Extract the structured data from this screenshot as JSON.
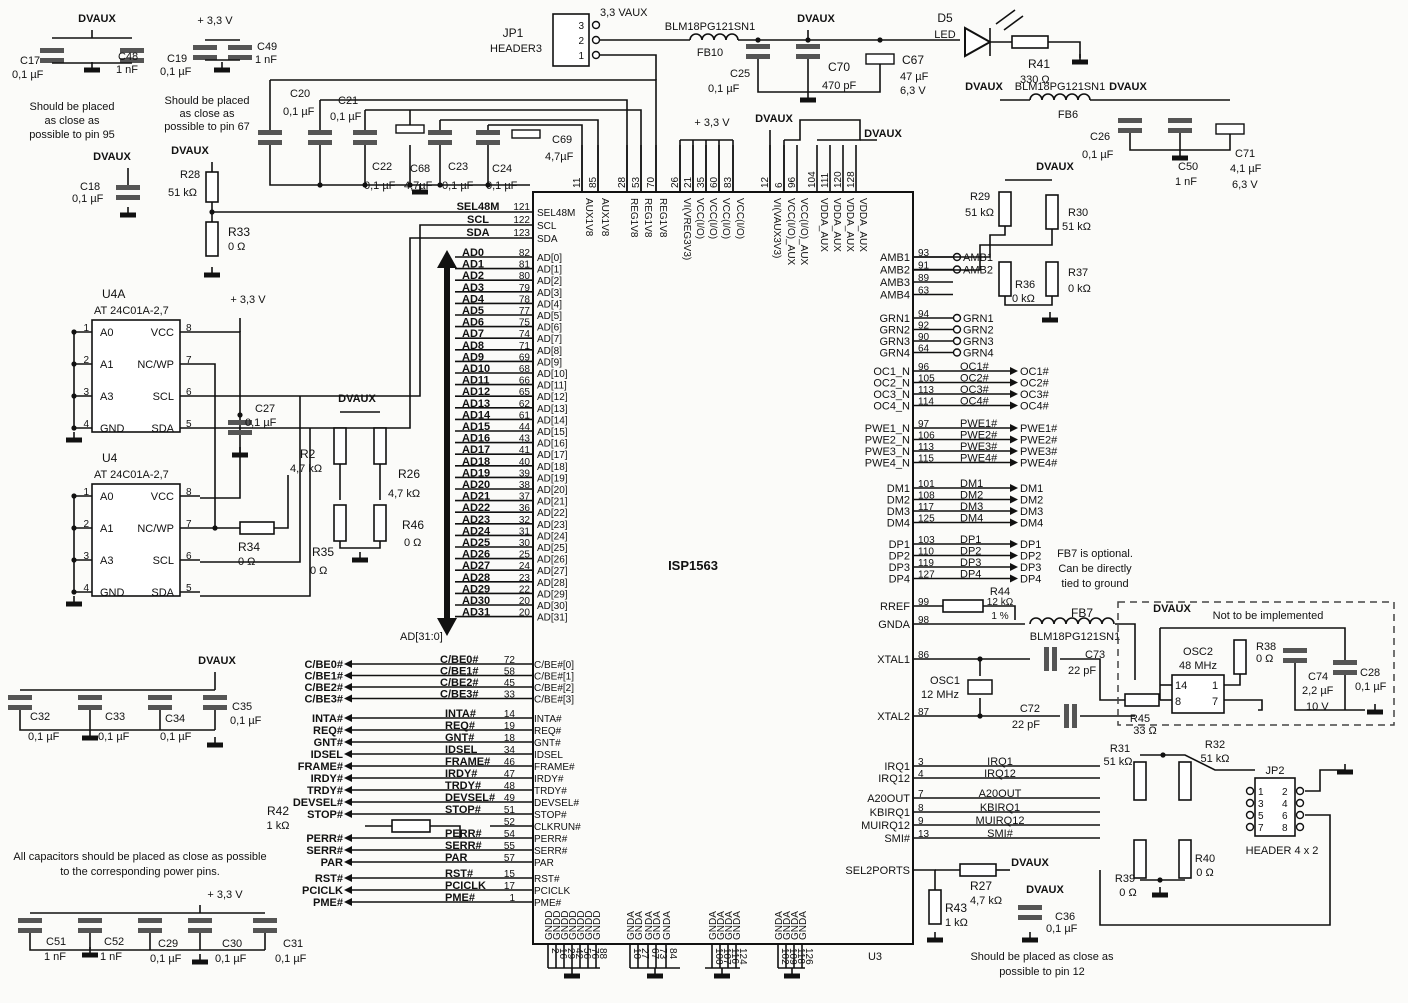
{
  "chip": {
    "name": "ISP1563",
    "ref": "U3"
  },
  "top_pins": [
    {
      "num": "11",
      "name": "AUX1V8"
    },
    {
      "num": "85",
      "name": "AUX1V8"
    },
    {
      "num": "28",
      "name": "REG1V8"
    },
    {
      "num": "53",
      "name": "REG1V8"
    },
    {
      "num": "70",
      "name": "REG1V8"
    },
    {
      "num": "26",
      "name": "VI(VREG3V3)"
    },
    {
      "num": "21",
      "name": "VCC(I/O)"
    },
    {
      "num": "35",
      "name": "VCC(I/O)"
    },
    {
      "num": "60",
      "name": "VCC(I/O)"
    },
    {
      "num": "83",
      "name": "VCC(I/O)"
    },
    {
      "num": "12",
      "name": "VI(VAUX3V3)"
    },
    {
      "num": "6",
      "name": "VCC(I/O)_AUX"
    },
    {
      "num": "96",
      "name": "VCC(I/O)_AUX"
    },
    {
      "num": "104",
      "name": "VDDA_AUX"
    },
    {
      "num": "111",
      "name": "VDDA_AUX"
    },
    {
      "num": "120",
      "name": "VDDA_AUX"
    },
    {
      "num": "128",
      "name": "VDDA_AUX"
    }
  ],
  "left_top_pins": [
    {
      "net": "SEL48M",
      "num": "121",
      "name": "SEL48M"
    },
    {
      "net": "SCL",
      "num": "122",
      "name": "SCL"
    },
    {
      "net": "SDA",
      "num": "123",
      "name": "SDA"
    }
  ],
  "ad_pins": [
    {
      "net": "AD0",
      "num": "82",
      "name": "AD[0]"
    },
    {
      "net": "AD1",
      "num": "81",
      "name": "AD[1]"
    },
    {
      "net": "AD2",
      "num": "80",
      "name": "AD[2]"
    },
    {
      "net": "AD3",
      "num": "79",
      "name": "AD[3]"
    },
    {
      "net": "AD4",
      "num": "78",
      "name": "AD[4]"
    },
    {
      "net": "AD5",
      "num": "77",
      "name": "AD[5]"
    },
    {
      "net": "AD6",
      "num": "75",
      "name": "AD[6]"
    },
    {
      "net": "AD7",
      "num": "74",
      "name": "AD[7]"
    },
    {
      "net": "AD8",
      "num": "71",
      "name": "AD[8]"
    },
    {
      "net": "AD9",
      "num": "69",
      "name": "AD[9]"
    },
    {
      "net": "AD10",
      "num": "68",
      "name": "AD[10]"
    },
    {
      "net": "AD11",
      "num": "66",
      "name": "AD[11]"
    },
    {
      "net": "AD12",
      "num": "65",
      "name": "AD[12]"
    },
    {
      "net": "AD13",
      "num": "62",
      "name": "AD[13]"
    },
    {
      "net": "AD14",
      "num": "61",
      "name": "AD[14]"
    },
    {
      "net": "AD15",
      "num": "44",
      "name": "AD[15]"
    },
    {
      "net": "AD16",
      "num": "43",
      "name": "AD[16]"
    },
    {
      "net": "AD17",
      "num": "41",
      "name": "AD[17]"
    },
    {
      "net": "AD18",
      "num": "40",
      "name": "AD[18]"
    },
    {
      "net": "AD19",
      "num": "39",
      "name": "AD[19]"
    },
    {
      "net": "AD20",
      "num": "38",
      "name": "AD[20]"
    },
    {
      "net": "AD21",
      "num": "37",
      "name": "AD[21]"
    },
    {
      "net": "AD22",
      "num": "36",
      "name": "AD[22]"
    },
    {
      "net": "AD23",
      "num": "32",
      "name": "AD[23]"
    },
    {
      "net": "AD24",
      "num": "31",
      "name": "AD[24]"
    },
    {
      "net": "AD25",
      "num": "30",
      "name": "AD[25]"
    },
    {
      "net": "AD26",
      "num": "25",
      "name": "AD[26]"
    },
    {
      "net": "AD27",
      "num": "24",
      "name": "AD[27]"
    },
    {
      "net": "AD28",
      "num": "23",
      "name": "AD[28]"
    },
    {
      "net": "AD29",
      "num": "22",
      "name": "AD[29]"
    },
    {
      "net": "AD30",
      "num": "20",
      "name": "AD[30]"
    },
    {
      "net": "AD31",
      "num": "20",
      "name": "AD[31]"
    }
  ],
  "ad_bus_label": "AD[31:0]",
  "cbe_pins": [
    {
      "ext": "C/BE0#",
      "net": "C/BE0#",
      "num": "72",
      "name": "C/BE#[0]"
    },
    {
      "ext": "C/BE1#",
      "net": "C/BE1#",
      "num": "58",
      "name": "C/BE#[1]"
    },
    {
      "ext": "C/BE2#",
      "net": "C/BE2#",
      "num": "45",
      "name": "C/BE#[2]"
    },
    {
      "ext": "C/BE3#",
      "net": "C/BE3#",
      "num": "33",
      "name": "C/BE#[3]"
    }
  ],
  "pci_pins": [
    {
      "ext": "INTA#",
      "net": "INTA#",
      "num": "14",
      "name": "INTA#"
    },
    {
      "ext": "REQ#",
      "net": "REQ#",
      "num": "19",
      "name": "REQ#"
    },
    {
      "ext": "GNT#",
      "net": "GNT#",
      "num": "18",
      "name": "GNT#"
    },
    {
      "ext": "IDSEL",
      "net": "IDSEL",
      "num": "34",
      "name": "IDSEL"
    },
    {
      "ext": "FRAME#",
      "net": "FRAME#",
      "num": "46",
      "name": "FRAME#"
    },
    {
      "ext": "IRDY#",
      "net": "IRDY#",
      "num": "47",
      "name": "IRDY#"
    },
    {
      "ext": "TRDY#",
      "net": "TRDY#",
      "num": "48",
      "name": "TRDY#"
    },
    {
      "ext": "DEVSEL#",
      "net": "DEVSEL#",
      "num": "49",
      "name": "DEVSEL#"
    },
    {
      "ext": "STOP#",
      "net": "STOP#",
      "num": "51",
      "name": "STOP#"
    },
    {
      "ext": "",
      "net": "",
      "num": "52",
      "name": "CLKRUN#"
    },
    {
      "ext": "PERR#",
      "net": "PERR#",
      "num": "54",
      "name": "PERR#"
    },
    {
      "ext": "SERR#",
      "net": "SERR#",
      "num": "55",
      "name": "SERR#"
    },
    {
      "ext": "PAR",
      "net": "PAR",
      "num": "57",
      "name": "PAR"
    },
    {
      "ext": "RST#",
      "net": "RST#",
      "num": "15",
      "name": "RST#"
    },
    {
      "ext": "PCICLK",
      "net": "PCICLK",
      "num": "17",
      "name": "PCICLK"
    },
    {
      "ext": "PME#",
      "net": "PME#",
      "num": "1",
      "name": "PME#"
    }
  ],
  "amb_pins": [
    {
      "name": "AMB1",
      "num": "93",
      "net": "AMB1"
    },
    {
      "name": "AMB2",
      "num": "91",
      "net": "AMB2"
    },
    {
      "name": "AMB3",
      "num": "89",
      "net": ""
    },
    {
      "name": "AMB4",
      "num": "63",
      "net": ""
    }
  ],
  "grn_pins": [
    {
      "name": "GRN1",
      "num": "94",
      "net": "GRN1"
    },
    {
      "name": "GRN2",
      "num": "92",
      "net": "GRN2"
    },
    {
      "name": "GRN3",
      "num": "90",
      "net": "GRN3"
    },
    {
      "name": "GRN4",
      "num": "64",
      "net": "GRN4"
    }
  ],
  "oc_pins": [
    {
      "name": "OC1_N",
      "num": "96",
      "net": "OC1#",
      "ext": "OC1#"
    },
    {
      "name": "OC2_N",
      "num": "105",
      "net": "OC2#",
      "ext": "OC2#"
    },
    {
      "name": "OC3_N",
      "num": "113",
      "net": "OC3#",
      "ext": "OC3#"
    },
    {
      "name": "OC4_N",
      "num": "114",
      "net": "OC4#",
      "ext": "OC4#"
    }
  ],
  "pwe_pins": [
    {
      "name": "PWE1_N",
      "num": "97",
      "net": "PWE1#",
      "ext": "PWE1#"
    },
    {
      "name": "PWE2_N",
      "num": "106",
      "net": "PWE2#",
      "ext": "PWE2#"
    },
    {
      "name": "PWE3_N",
      "num": "113",
      "net": "PWE3#",
      "ext": "PWE3#"
    },
    {
      "name": "PWE4_N",
      "num": "115",
      "net": "PWE4#",
      "ext": "PWE4#"
    }
  ],
  "dm_pins": [
    {
      "name": "DM1",
      "num": "101",
      "net": "DM1",
      "ext": "DM1"
    },
    {
      "name": "DM2",
      "num": "108",
      "net": "DM2",
      "ext": "DM2"
    },
    {
      "name": "DM3",
      "num": "117",
      "net": "DM3",
      "ext": "DM3"
    },
    {
      "name": "DM4",
      "num": "125",
      "net": "DM4",
      "ext": "DM4"
    }
  ],
  "dp_pins": [
    {
      "name": "DP1",
      "num": "103",
      "net": "DP1",
      "ext": "DP1"
    },
    {
      "name": "DP2",
      "num": "110",
      "net": "DP2",
      "ext": "DP2"
    },
    {
      "name": "DP3",
      "num": "119",
      "net": "DP3",
      "ext": "DP3"
    },
    {
      "name": "DP4",
      "num": "127",
      "net": "DP4",
      "ext": "DP4"
    }
  ],
  "misc_right_pins": [
    {
      "name": "RREF",
      "num": "99"
    },
    {
      "name": "GNDA",
      "num": "98"
    },
    {
      "name": "XTAL1",
      "num": "86"
    },
    {
      "name": "XTAL2",
      "num": "87"
    }
  ],
  "irq_pins": [
    {
      "name": "IRQ1",
      "num": "3",
      "net": "IRQ1"
    },
    {
      "name": "IRQ12",
      "num": "4",
      "net": "IRQ12"
    },
    {
      "name": "A20OUT",
      "num": "7",
      "net": "A20OUT"
    },
    {
      "name": "KBIRQ1",
      "num": "8",
      "net": "KBIRQ1"
    },
    {
      "name": "MUIRQ12",
      "num": "9",
      "net": "MUIRQ12"
    },
    {
      "name": "SMI#",
      "num": "13",
      "net": "SMI#"
    },
    {
      "name": "SEL2PORTS",
      "num": "",
      "net": ""
    }
  ],
  "bottom_pins": [
    {
      "num": "2",
      "name": "GNDD"
    },
    {
      "num": "16",
      "name": "GNDD"
    },
    {
      "num": "29",
      "name": "GNDD"
    },
    {
      "num": "42",
      "name": "GNDD"
    },
    {
      "num": "56",
      "name": "GNDD"
    },
    {
      "num": "76",
      "name": "GNDD"
    },
    {
      "num": "88",
      "name": "GNDD"
    },
    {
      "num": "10",
      "name": "GNDA"
    },
    {
      "num": "27",
      "name": "GNDA"
    },
    {
      "num": "67",
      "name": "GNDA"
    },
    {
      "num": "73",
      "name": "GNDA"
    },
    {
      "num": "84",
      "name": "GNDA"
    },
    {
      "num": "100",
      "name": "GNDA"
    },
    {
      "num": "107",
      "name": "GNDA"
    },
    {
      "num": "116",
      "name": "GNDA"
    },
    {
      "num": "124",
      "name": "GNDA"
    },
    {
      "num": "102",
      "name": "GNDA"
    },
    {
      "num": "109",
      "name": "GNDA"
    },
    {
      "num": "118",
      "name": "GNDA"
    },
    {
      "num": "126",
      "name": "GNDA"
    }
  ],
  "power": {
    "dvaux": "DVAUX",
    "v33": "+ 3,3 V",
    "v33aux": "3,3 VAUX"
  },
  "caps": [
    {
      "ref": "C17",
      "val": "0,1 µF"
    },
    {
      "ref": "C48",
      "val": "1 nF"
    },
    {
      "ref": "C19",
      "val": "0,1 µF"
    },
    {
      "ref": "C49",
      "val": "1 nF"
    },
    {
      "ref": "C18",
      "val": "0,1 µF"
    },
    {
      "ref": "C20",
      "val": "0,1 µF"
    },
    {
      "ref": "C21",
      "val": "0,1 µF"
    },
    {
      "ref": "C22",
      "val": "0,1 µF"
    },
    {
      "ref": "C68",
      "val": "4,7µF"
    },
    {
      "ref": "C23",
      "val": "0,1 µF"
    },
    {
      "ref": "C24",
      "val": "0,1 µF"
    },
    {
      "ref": "C69",
      "val": "4,7µF"
    },
    {
      "ref": "C25",
      "val": "0,1 µF"
    },
    {
      "ref": "C70",
      "val": "470 pF"
    },
    {
      "ref": "C67",
      "val": "47 µF"
    },
    {
      "ref": "C67b",
      "val": "6,3 V"
    },
    {
      "ref": "C26",
      "val": "0,1 µF"
    },
    {
      "ref": "C50",
      "val": "1 nF"
    },
    {
      "ref": "C71",
      "val": "4,1 µF"
    },
    {
      "ref": "C71b",
      "val": "6,3 V"
    },
    {
      "ref": "C27",
      "val": "0,1 µF"
    },
    {
      "ref": "C32",
      "val": "0,1 µF"
    },
    {
      "ref": "C33",
      "val": "0,1 µF"
    },
    {
      "ref": "C34",
      "val": "0,1 µF"
    },
    {
      "ref": "C35",
      "val": "0,1 µF"
    },
    {
      "ref": "C51",
      "val": "1 nF"
    },
    {
      "ref": "C52",
      "val": "1 nF"
    },
    {
      "ref": "C29",
      "val": "0,1 µF"
    },
    {
      "ref": "C30",
      "val": "0,1 µF"
    },
    {
      "ref": "C31",
      "val": "0,1 µF"
    },
    {
      "ref": "C73",
      "val": "22 pF"
    },
    {
      "ref": "C72",
      "val": "22 pF"
    },
    {
      "ref": "C74",
      "val": "2,2 µF"
    },
    {
      "ref": "C74b",
      "val": "10 V"
    },
    {
      "ref": "C28",
      "val": "0,1 µF"
    },
    {
      "ref": "C36",
      "val": "0,1 µF"
    }
  ],
  "resistors": [
    {
      "ref": "R28",
      "val": "51 kΩ"
    },
    {
      "ref": "R33",
      "val": "0 Ω"
    },
    {
      "ref": "R41",
      "val": "330 Ω"
    },
    {
      "ref": "R29",
      "val": "51 kΩ"
    },
    {
      "ref": "R30",
      "val": "51 kΩ"
    },
    {
      "ref": "R36",
      "val": "0 kΩ"
    },
    {
      "ref": "R37",
      "val": "0 kΩ"
    },
    {
      "ref": "R2",
      "val": "4,7 kΩ"
    },
    {
      "ref": "R26",
      "val": "4,7 kΩ"
    },
    {
      "ref": "R35",
      "val": "0 Ω"
    },
    {
      "ref": "R46",
      "val": "0 Ω"
    },
    {
      "ref": "R34",
      "val": "0 Ω"
    },
    {
      "ref": "R42",
      "val": "1 kΩ"
    },
    {
      "ref": "R44",
      "val": "12 kΩ"
    },
    {
      "ref": "R44b",
      "val": "1 %"
    },
    {
      "ref": "R45",
      "val": "33 Ω"
    },
    {
      "ref": "R38",
      "val": "0 Ω"
    },
    {
      "ref": "R31",
      "val": "51 kΩ"
    },
    {
      "ref": "R32",
      "val": "51 kΩ"
    },
    {
      "ref": "R39",
      "val": "0 Ω"
    },
    {
      "ref": "R40",
      "val": "0 Ω"
    },
    {
      "ref": "R27",
      "val": "4,7 kΩ"
    },
    {
      "ref": "R43",
      "val": "1 kΩ"
    }
  ],
  "ferrites": {
    "fb10": "FB10",
    "fb6": "FB6",
    "fb7": "FB7",
    "part": "BLM18PG121SN1"
  },
  "led": {
    "ref": "D5",
    "label": "LED"
  },
  "jp1": {
    "ref": "JP1",
    "name": "HEADER3",
    "pins": [
      "3",
      "2",
      "1"
    ]
  },
  "jp2": {
    "ref": "JP2",
    "name": "HEADER 4 x 2",
    "pins_left": [
      "1",
      "3",
      "5",
      "7"
    ],
    "pins_right": [
      "2",
      "4",
      "6",
      "8"
    ]
  },
  "eeprom_a": {
    "ref": "U4A",
    "part": "AT 24C01A-2,7",
    "pins_left": [
      "A0",
      "A1",
      "A3",
      "GND"
    ],
    "nums_left": [
      "1",
      "2",
      "3",
      "4"
    ],
    "pins_right": [
      "VCC",
      "NC/WP",
      "SCL",
      "SDA"
    ],
    "nums_right": [
      "8",
      "7",
      "6",
      "5"
    ]
  },
  "eeprom_b": {
    "ref": "U4",
    "part": "AT 24C01A-2,7",
    "pins_left": [
      "A0",
      "A1",
      "A3",
      "GND"
    ],
    "nums_left": [
      "1",
      "2",
      "3",
      "4"
    ],
    "pins_right": [
      "VCC",
      "NC/WP",
      "SCL",
      "SDA"
    ],
    "nums_right": [
      "8",
      "7",
      "6",
      "5"
    ]
  },
  "osc1": {
    "ref": "OSC1",
    "freq": "12 MHz"
  },
  "osc2": {
    "ref": "OSC2",
    "freq": "48 MHz",
    "pins": [
      "14",
      "8",
      "1",
      "7"
    ]
  },
  "notes": {
    "n95": [
      "Should be placed",
      "as close as",
      "possible to pin 95"
    ],
    "n67": [
      "Should be placed",
      "as close as",
      "possible to pin 67"
    ],
    "all_caps": [
      "All capacitors should be placed as close as possible",
      "to the corresponding power pins."
    ],
    "fb7": [
      "FB7 is optional.",
      "Can be directly",
      "tied to ground"
    ],
    "not_impl": "Not to be implemented",
    "n12": [
      "Should be placed as close as",
      "possible to pin 12"
    ]
  }
}
